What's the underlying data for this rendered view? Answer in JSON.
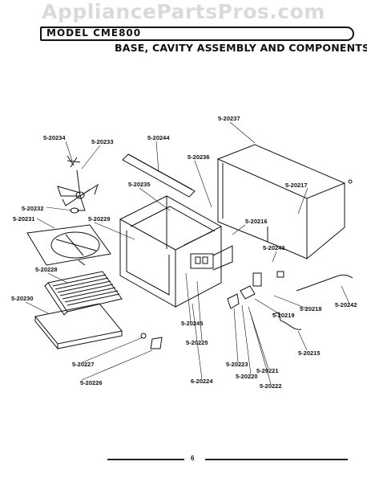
{
  "watermark": "AppliancePartsPros.com",
  "header": {
    "model": "MODEL CME800",
    "title": "BASE, CAVITY ASSEMBLY AND COMPONENTS"
  },
  "callouts": {
    "p20234": "5-20234",
    "p20233": "5-20233",
    "p20244": "5-20244",
    "p20237": "5-20237",
    "p20236": "5-20236",
    "p20235": "5-20235",
    "p20217": "5-20217",
    "p20232": "5-20232",
    "p20231": "5-20231",
    "p20229": "5-20229",
    "p20216": "5-20216",
    "p20243": "5-20243",
    "p20228": "5-20228",
    "p20230": "5-20230",
    "p20218": "5-20218",
    "p20242": "5-20242",
    "p20219": "5-20219",
    "p20245": "5-20245",
    "p20215": "5-20215",
    "p20225": "5-20225",
    "p20227": "5-20227",
    "p20223": "5-20223",
    "p20221": "5-20221",
    "p20226": "5-20226",
    "p20220": "5-20220",
    "p20224": "6-20224",
    "p20222": "5-20222"
  },
  "footer": {
    "page": "6"
  }
}
